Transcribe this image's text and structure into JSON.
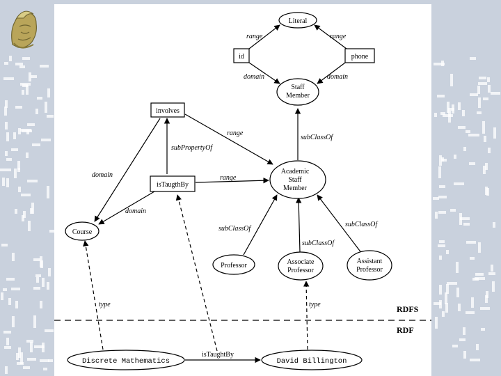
{
  "nodes": {
    "literal": "Literal",
    "id": "id",
    "phone": "phone",
    "staff_member": [
      "Staff",
      "Member"
    ],
    "involves": "involves",
    "is_taught_by": "isTaugthBy",
    "academic_staff": [
      "Academic",
      "Staff",
      "Member"
    ],
    "course": "Course",
    "professor": "Professor",
    "associate_professor": [
      "Associate",
      "Professor"
    ],
    "assistant_professor": [
      "Assistant",
      "Professor"
    ],
    "discrete_math": "Discrete Mathematics",
    "david_billington": "David Billington"
  },
  "edges": {
    "range_id": "range",
    "range_phone": "range",
    "domain_id": "domain",
    "domain_phone": "domain",
    "subclass_staff": "subClassOf",
    "range_involves": "range",
    "subproperty_of": "subPropertyOf",
    "domain_involves": "domain",
    "range_taught": "range",
    "domain_taught": "domain",
    "subclass_prof": "subClassOf",
    "subclass_assoc": "subClassOf",
    "subclass_assist": "subClassOf",
    "type_course": "type",
    "type_assoc": "type",
    "is_taught_by_instance": "isTaughtBy"
  },
  "layers": {
    "rdfs": "RDFS",
    "rdf": "RDF"
  },
  "colors": {
    "background": "#c9d1dd",
    "pattern": "#ffffff",
    "panel": "#ffffff"
  }
}
